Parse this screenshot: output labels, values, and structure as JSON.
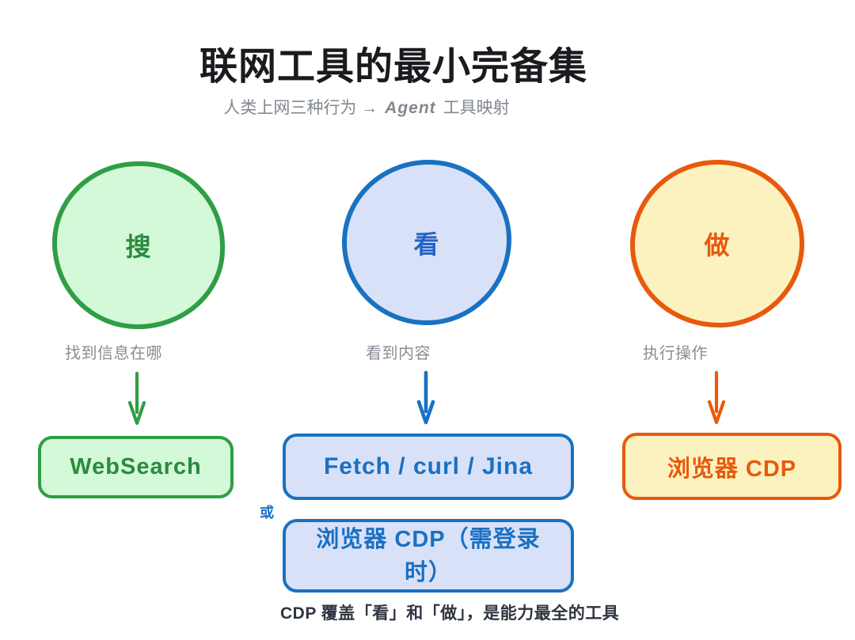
{
  "header": {
    "title": "联网工具的最小完备集",
    "subtitle_prefix": "人类上网三种行为 →",
    "subtitle_agent": "Agent",
    "subtitle_suffix": "工具映射"
  },
  "columns": [
    {
      "behavior": "搜",
      "description": "找到信息在哪",
      "tool": "WebSearch"
    },
    {
      "behavior": "看",
      "description": "看到内容",
      "tool": "Fetch / curl / Jina",
      "or_label": "或",
      "alt_tool_line1": "浏览器 CDP（需登录",
      "alt_tool_line2": "时）"
    },
    {
      "behavior": "做",
      "description": "执行操作",
      "tool": "浏览器 CDP"
    }
  ],
  "footnote": "CDP 覆盖「看」和「做」，是能力最全的工具",
  "colors": {
    "green_stroke": "#2f9e44",
    "green_fill": "#d3f9d8",
    "green_text": "#2b8a3e",
    "blue_stroke": "#1971c2",
    "blue_fill": "#d9e1f8",
    "blue_text": "#1971c2",
    "orange_stroke": "#e8590c",
    "orange_fill": "#fcf2c0",
    "orange_text": "#e8590c",
    "muted_text": "#868e96",
    "title_text": "#1b1b1f",
    "footnote_text": "#2f3540"
  }
}
